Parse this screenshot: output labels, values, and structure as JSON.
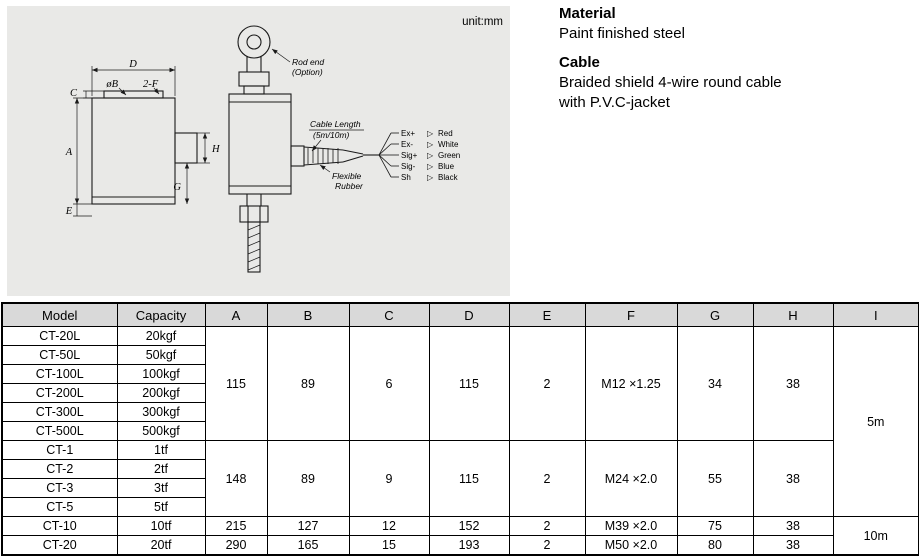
{
  "unit_label": "unit:mm",
  "info": {
    "material_title": "Material",
    "material_text": "Paint finished steel",
    "cable_title": "Cable",
    "cable_line1": "Braided shield 4-wire round cable",
    "cable_line2": "with P.V.C-jacket"
  },
  "diagram": {
    "dims": {
      "a": "A",
      "b": "øB",
      "c": "C",
      "d": "D",
      "e": "E",
      "f": "2-F",
      "g": "G",
      "h": "H"
    },
    "labels": {
      "rod_end_1": "Rod end",
      "rod_end_2": "(Option)",
      "cable_length_1": "Cable Length",
      "cable_length_2": "(5m/10m)",
      "flexible_1": "Flexible",
      "flexible_2": "Rubber"
    },
    "wire_marker": "▷",
    "wires": [
      {
        "terminal": "Ex+",
        "color": "Red"
      },
      {
        "terminal": "Ex-",
        "color": "White"
      },
      {
        "terminal": "Sig+",
        "color": "Green"
      },
      {
        "terminal": "Sig-",
        "color": "Blue"
      },
      {
        "terminal": "Sh",
        "color": "Black"
      }
    ]
  },
  "table": {
    "headers": [
      "Model",
      "Capacity",
      "A",
      "B",
      "C",
      "D",
      "E",
      "F",
      "G",
      "H",
      "I"
    ],
    "rows": [
      {
        "model": "CT-20L",
        "capacity": "20kgf"
      },
      {
        "model": "CT-50L",
        "capacity": "50kgf"
      },
      {
        "model": "CT-100L",
        "capacity": "100kgf"
      },
      {
        "model": "CT-200L",
        "capacity": "200kgf"
      },
      {
        "model": "CT-300L",
        "capacity": "300kgf"
      },
      {
        "model": "CT-500L",
        "capacity": "500kgf"
      },
      {
        "model": "CT-1",
        "capacity": "1tf"
      },
      {
        "model": "CT-2",
        "capacity": "2tf"
      },
      {
        "model": "CT-3",
        "capacity": "3tf"
      },
      {
        "model": "CT-5",
        "capacity": "5tf"
      },
      {
        "model": "CT-10",
        "capacity": "10tf"
      },
      {
        "model": "CT-20",
        "capacity": "20tf"
      }
    ],
    "groupL": {
      "A": "115",
      "B": "89",
      "C": "6",
      "D": "115",
      "E": "2",
      "F": "M12 ×1.25",
      "G": "34",
      "H": "38"
    },
    "groupT": {
      "A": "148",
      "B": "89",
      "C": "9",
      "D": "115",
      "E": "2",
      "F": "M24 ×2.0",
      "G": "55",
      "H": "38"
    },
    "row10t": {
      "A": "215",
      "B": "127",
      "C": "12",
      "D": "152",
      "E": "2",
      "F": "M39 ×2.0",
      "G": "75",
      "H": "38"
    },
    "row20t": {
      "A": "290",
      "B": "165",
      "C": "15",
      "D": "193",
      "E": "2",
      "F": "M50 ×2.0",
      "G": "80",
      "H": "38"
    },
    "cable_5m": "5m",
    "cable_10m": "10m"
  }
}
